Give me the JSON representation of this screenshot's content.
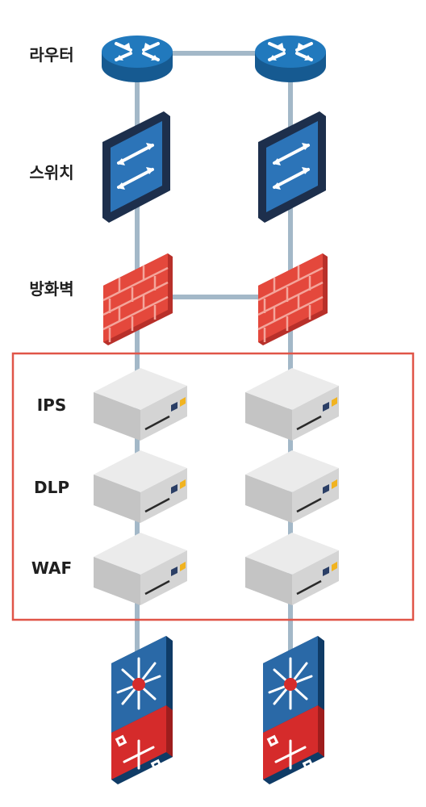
{
  "labels": {
    "router": "라우터",
    "switch": "스위치",
    "firewall": "방화벽",
    "ips": "IPS",
    "dlp": "DLP",
    "waf": "WAF"
  },
  "colors": {
    "link": "#a3b8c8",
    "highlight_box": "#e05548",
    "router_blue": "#2179bd",
    "switch_frame": "#1d2f4c",
    "brick_red": "#e4483c",
    "server_grey": "#d2d2d2",
    "core_red": "#d52b2b"
  },
  "columns": [
    "left",
    "right"
  ]
}
